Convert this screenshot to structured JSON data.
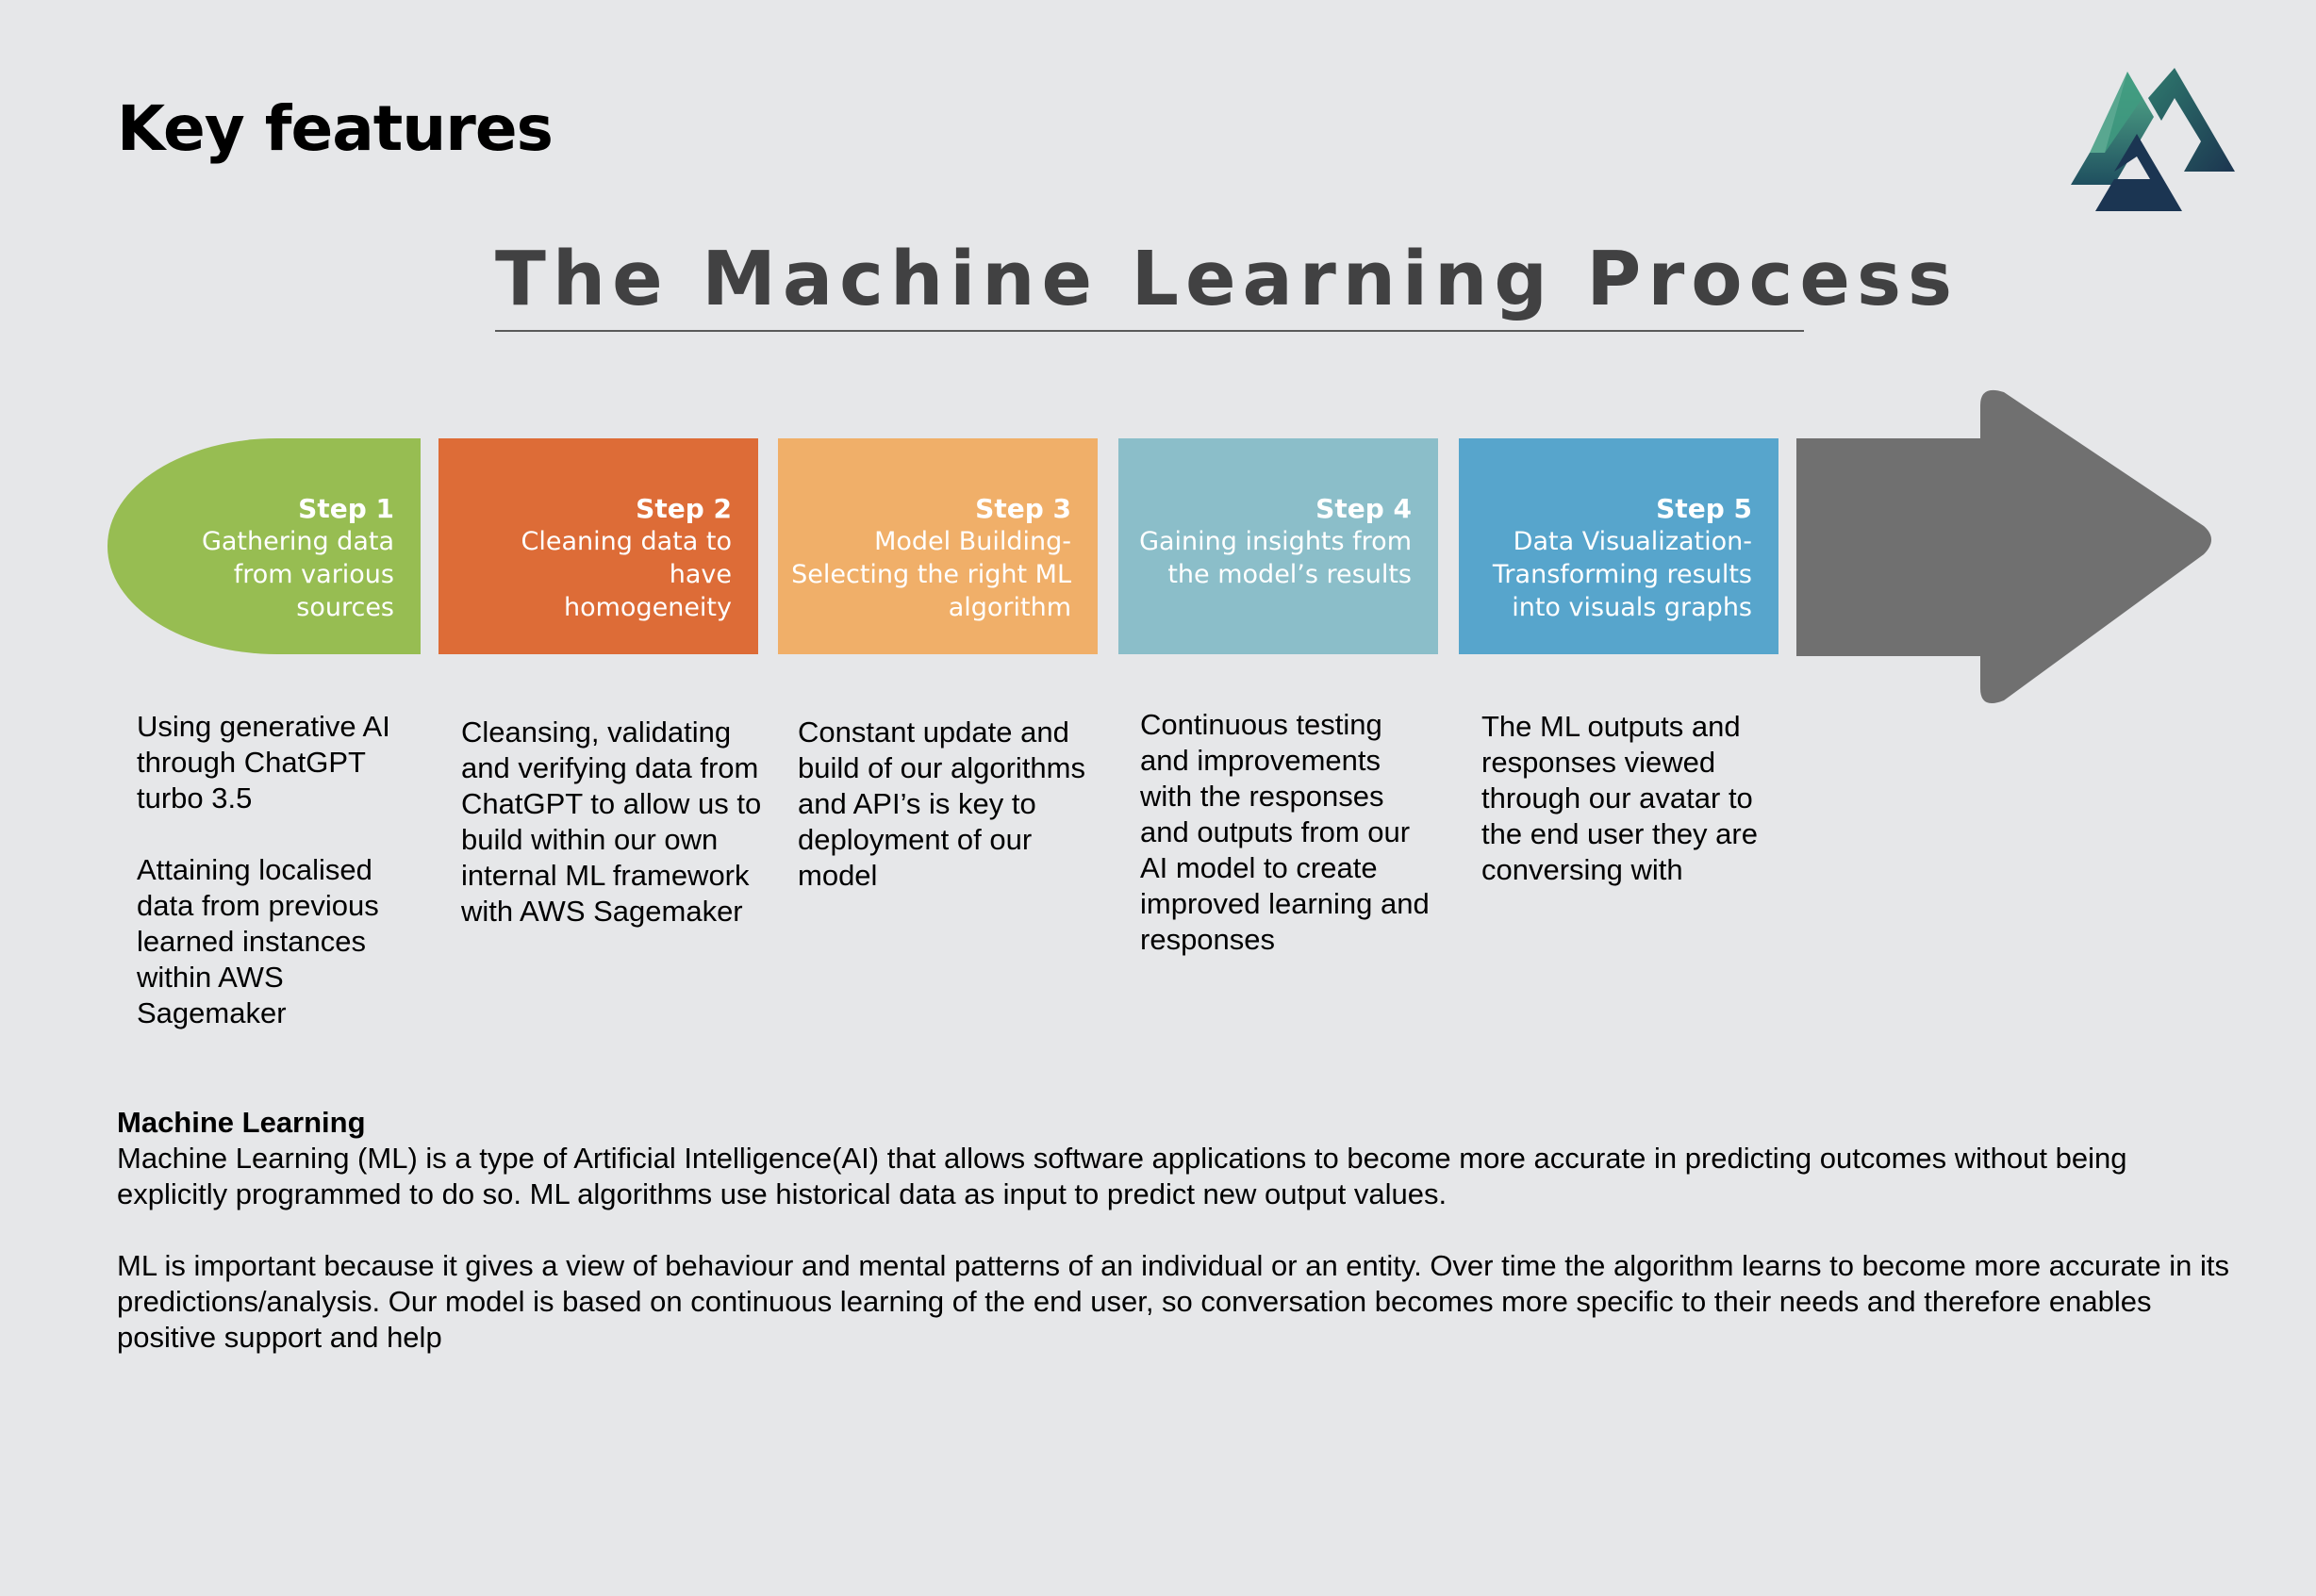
{
  "header": {
    "title": "Key features"
  },
  "diagram": {
    "title": "The Machine Learning Process",
    "steps": [
      {
        "label": "Step 1",
        "text": "Gathering data from various sources",
        "color": "#97bd52"
      },
      {
        "label": "Step 2",
        "text": "Cleaning data to have homogeneity",
        "color": "#dd6c37"
      },
      {
        "label": "Step 3",
        "text": "Model Building- Selecting the right ML algorithm",
        "color": "#f0af69"
      },
      {
        "label": "Step 4",
        "text": "Gaining insights from the model’s results",
        "color": "#8bbec9"
      },
      {
        "label": "Step 5",
        "text": "Data Visualization- Transforming results into visuals graphs",
        "color": "#57a5cc"
      }
    ],
    "arrow_color": "#707070"
  },
  "descriptions": [
    {
      "paragraphs": [
        "Using generative AI through ChatGPT turbo 3.5",
        "Attaining localised data from previous learned instances within AWS Sagemaker"
      ]
    },
    {
      "paragraphs": [
        "Cleansing, validating and verifying data from ChatGPT to allow us to build within our own internal ML framework with AWS Sagemaker"
      ]
    },
    {
      "paragraphs": [
        "Constant update and build of our algorithms and API’s is key to deployment of our model"
      ]
    },
    {
      "paragraphs": [
        "Continuous testing and improvements with the responses and outputs from our AI model to create improved learning and responses"
      ]
    },
    {
      "paragraphs": [
        "The ML outputs and responses viewed through our avatar to the end user they are conversing with"
      ]
    }
  ],
  "section": {
    "heading": "Machine Learning",
    "paragraph1": "Machine Learning (ML) is a type of Artificial Intelligence(AI) that allows software applications to become more accurate in predicting outcomes without being explicitly programmed to do so. ML algorithms use historical data as input to predict new output values.",
    "paragraph2": "ML is important because it gives a view of behaviour and mental patterns of an individual or an entity. Over time the algorithm learns to become more accurate in its predictions/analysis. Our model is based on continuous learning of the end user, so conversation becomes more specific to their needs and therefore enables positive support and help"
  },
  "logo": {
    "icon": "triangle-knot-logo"
  }
}
